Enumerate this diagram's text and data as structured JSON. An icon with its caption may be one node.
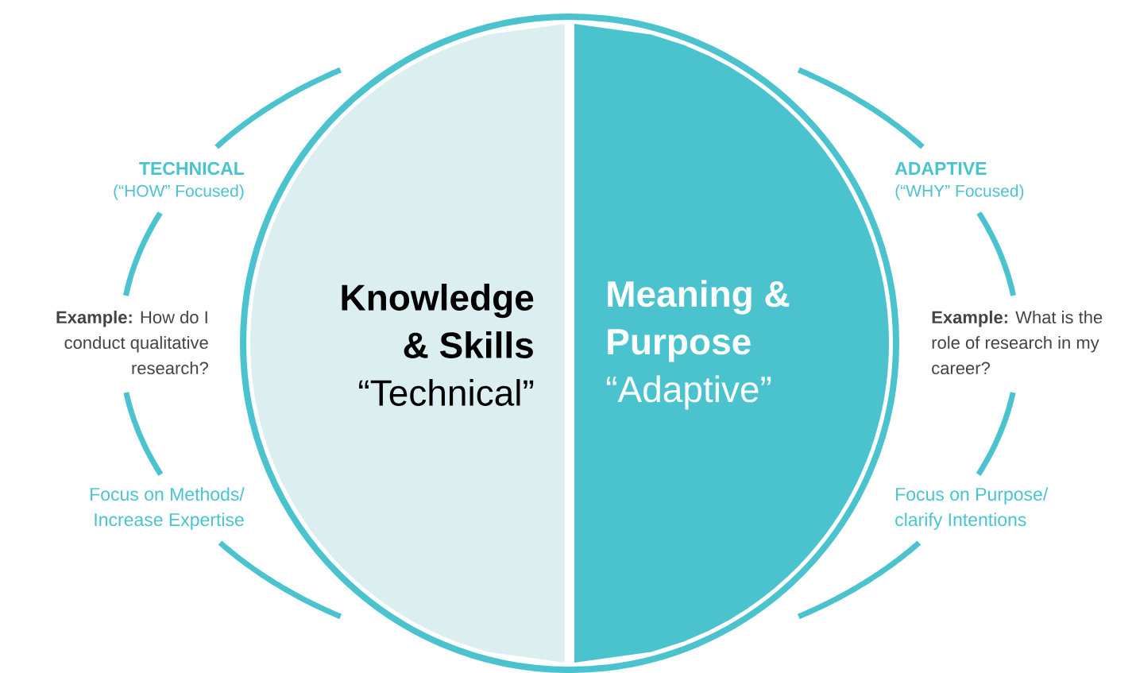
{
  "diagram": {
    "nodes": [
      {
        "text": [
          "Knowledge & Skills",
          "“Technical”"
        ]
      },
      {
        "text": [
          "Meaning & Purpose",
          "“Adaptive”"
        ]
      }
    ],
    "edges": [],
    "labels": [
      "TECHNICAL",
      "(“HOW” Focused)",
      "ADAPTIVE",
      "(“WHY” Focused)",
      "**Example:** How do I conduct qualitative research?",
      "**Example:** What is the role of research in my career?",
      "Focus on Methods/ Increase Expertise",
      "Focus on Purpose/ clarify Intentions"
    ]
  }
}
